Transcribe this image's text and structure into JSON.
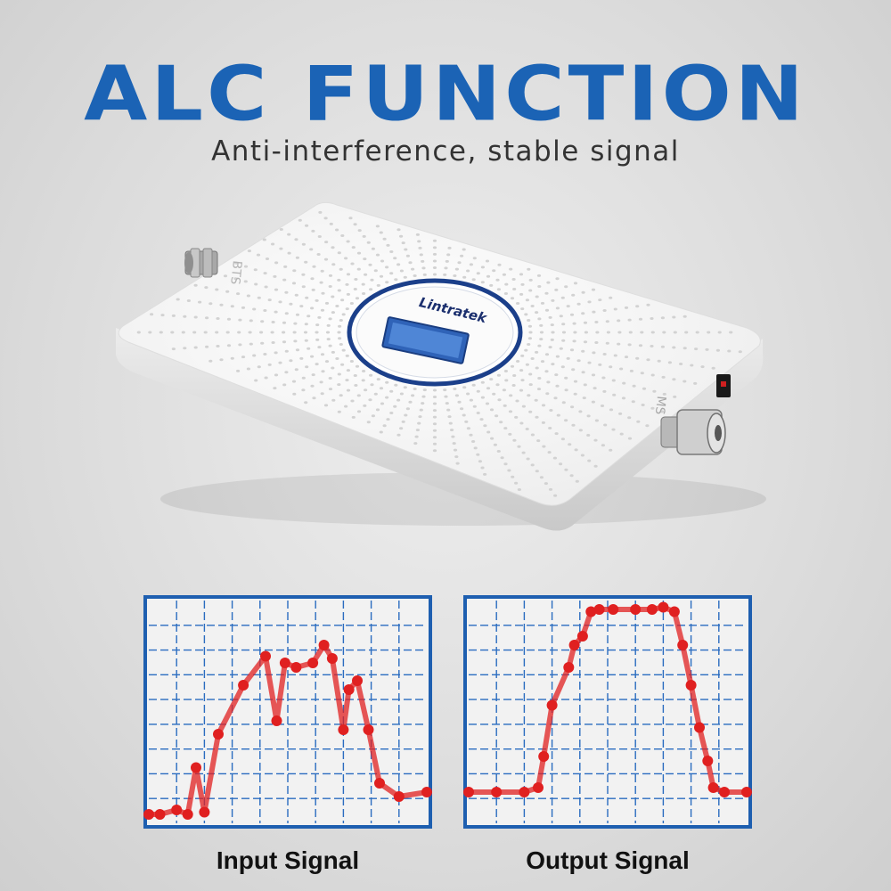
{
  "headline": "ALC FUNCTION",
  "subtitle": "Anti-interference, stable signal",
  "device": {
    "brand": "Lintratek",
    "port_left_label": "BTS",
    "port_right_label": "MS",
    "colors": {
      "body": "#f7f7f7",
      "shade": "#d8d8d8",
      "connector": "#b9b9b9"
    }
  },
  "colors": {
    "title": "#1b63b5",
    "grid_border": "#1e5fb0",
    "grid_line": "#2a6cc0",
    "signal": "#e02020",
    "panel": "#f2f2f2"
  },
  "chart_data": [
    {
      "type": "line",
      "title": "Input Signal",
      "xlim": [
        0,
        100
      ],
      "ylim": [
        0,
        100
      ],
      "grid": true,
      "x": [
        0,
        4,
        10,
        14,
        17,
        20,
        25,
        34,
        42,
        46,
        49,
        53,
        59,
        63,
        66,
        70,
        72,
        75,
        79,
        83,
        90,
        100
      ],
      "y": [
        4,
        4,
        6,
        4,
        25,
        5,
        40,
        62,
        75,
        46,
        72,
        70,
        72,
        80,
        74,
        42,
        60,
        64,
        42,
        18,
        12,
        14
      ]
    },
    {
      "type": "line",
      "title": "Output Signal",
      "xlim": [
        0,
        100
      ],
      "ylim": [
        0,
        100
      ],
      "grid": true,
      "x": [
        0,
        10,
        20,
        25,
        27,
        30,
        36,
        38,
        41,
        44,
        47,
        52,
        60,
        66,
        70,
        74,
        77,
        80,
        83,
        86,
        88,
        92,
        100
      ],
      "y": [
        14,
        14,
        14,
        16,
        30,
        53,
        70,
        80,
        84,
        95,
        96,
        96,
        96,
        96,
        97,
        95,
        80,
        62,
        43,
        28,
        16,
        14,
        14
      ]
    }
  ]
}
